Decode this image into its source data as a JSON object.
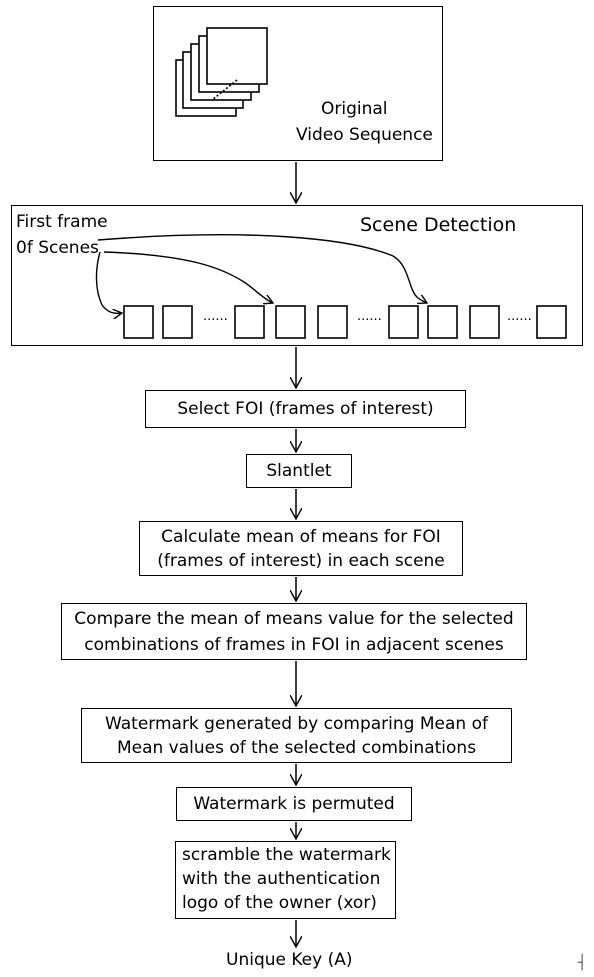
{
  "original": {
    "line1": "Original",
    "line2": "Video Sequence"
  },
  "scene": {
    "title": "Scene Detection",
    "label_line1": "First frame",
    "label_line2": "0f Scenes",
    "dots": "......"
  },
  "steps": {
    "select_foi": "Select FOI (frames of interest)",
    "slantlet": "Slantlet",
    "calc_line1": "Calculate mean of means for FOI",
    "calc_line2": "(frames of interest) in each scene",
    "compare_line1": "Compare the mean of means value for the selected",
    "compare_line2": "combinations of frames in  FOI in adjacent scenes",
    "wm_line1": "Watermark generated by comparing Mean of",
    "wm_line2": "Mean values of the selected combinations",
    "permuted": "Watermark is permuted",
    "scramble_line1": "scramble the watermark",
    "scramble_line2": "with the authentication",
    "scramble_line3": "logo of the owner (xor)"
  },
  "output": {
    "label": "Unique Key (A)"
  },
  "corner_mark": "┤"
}
